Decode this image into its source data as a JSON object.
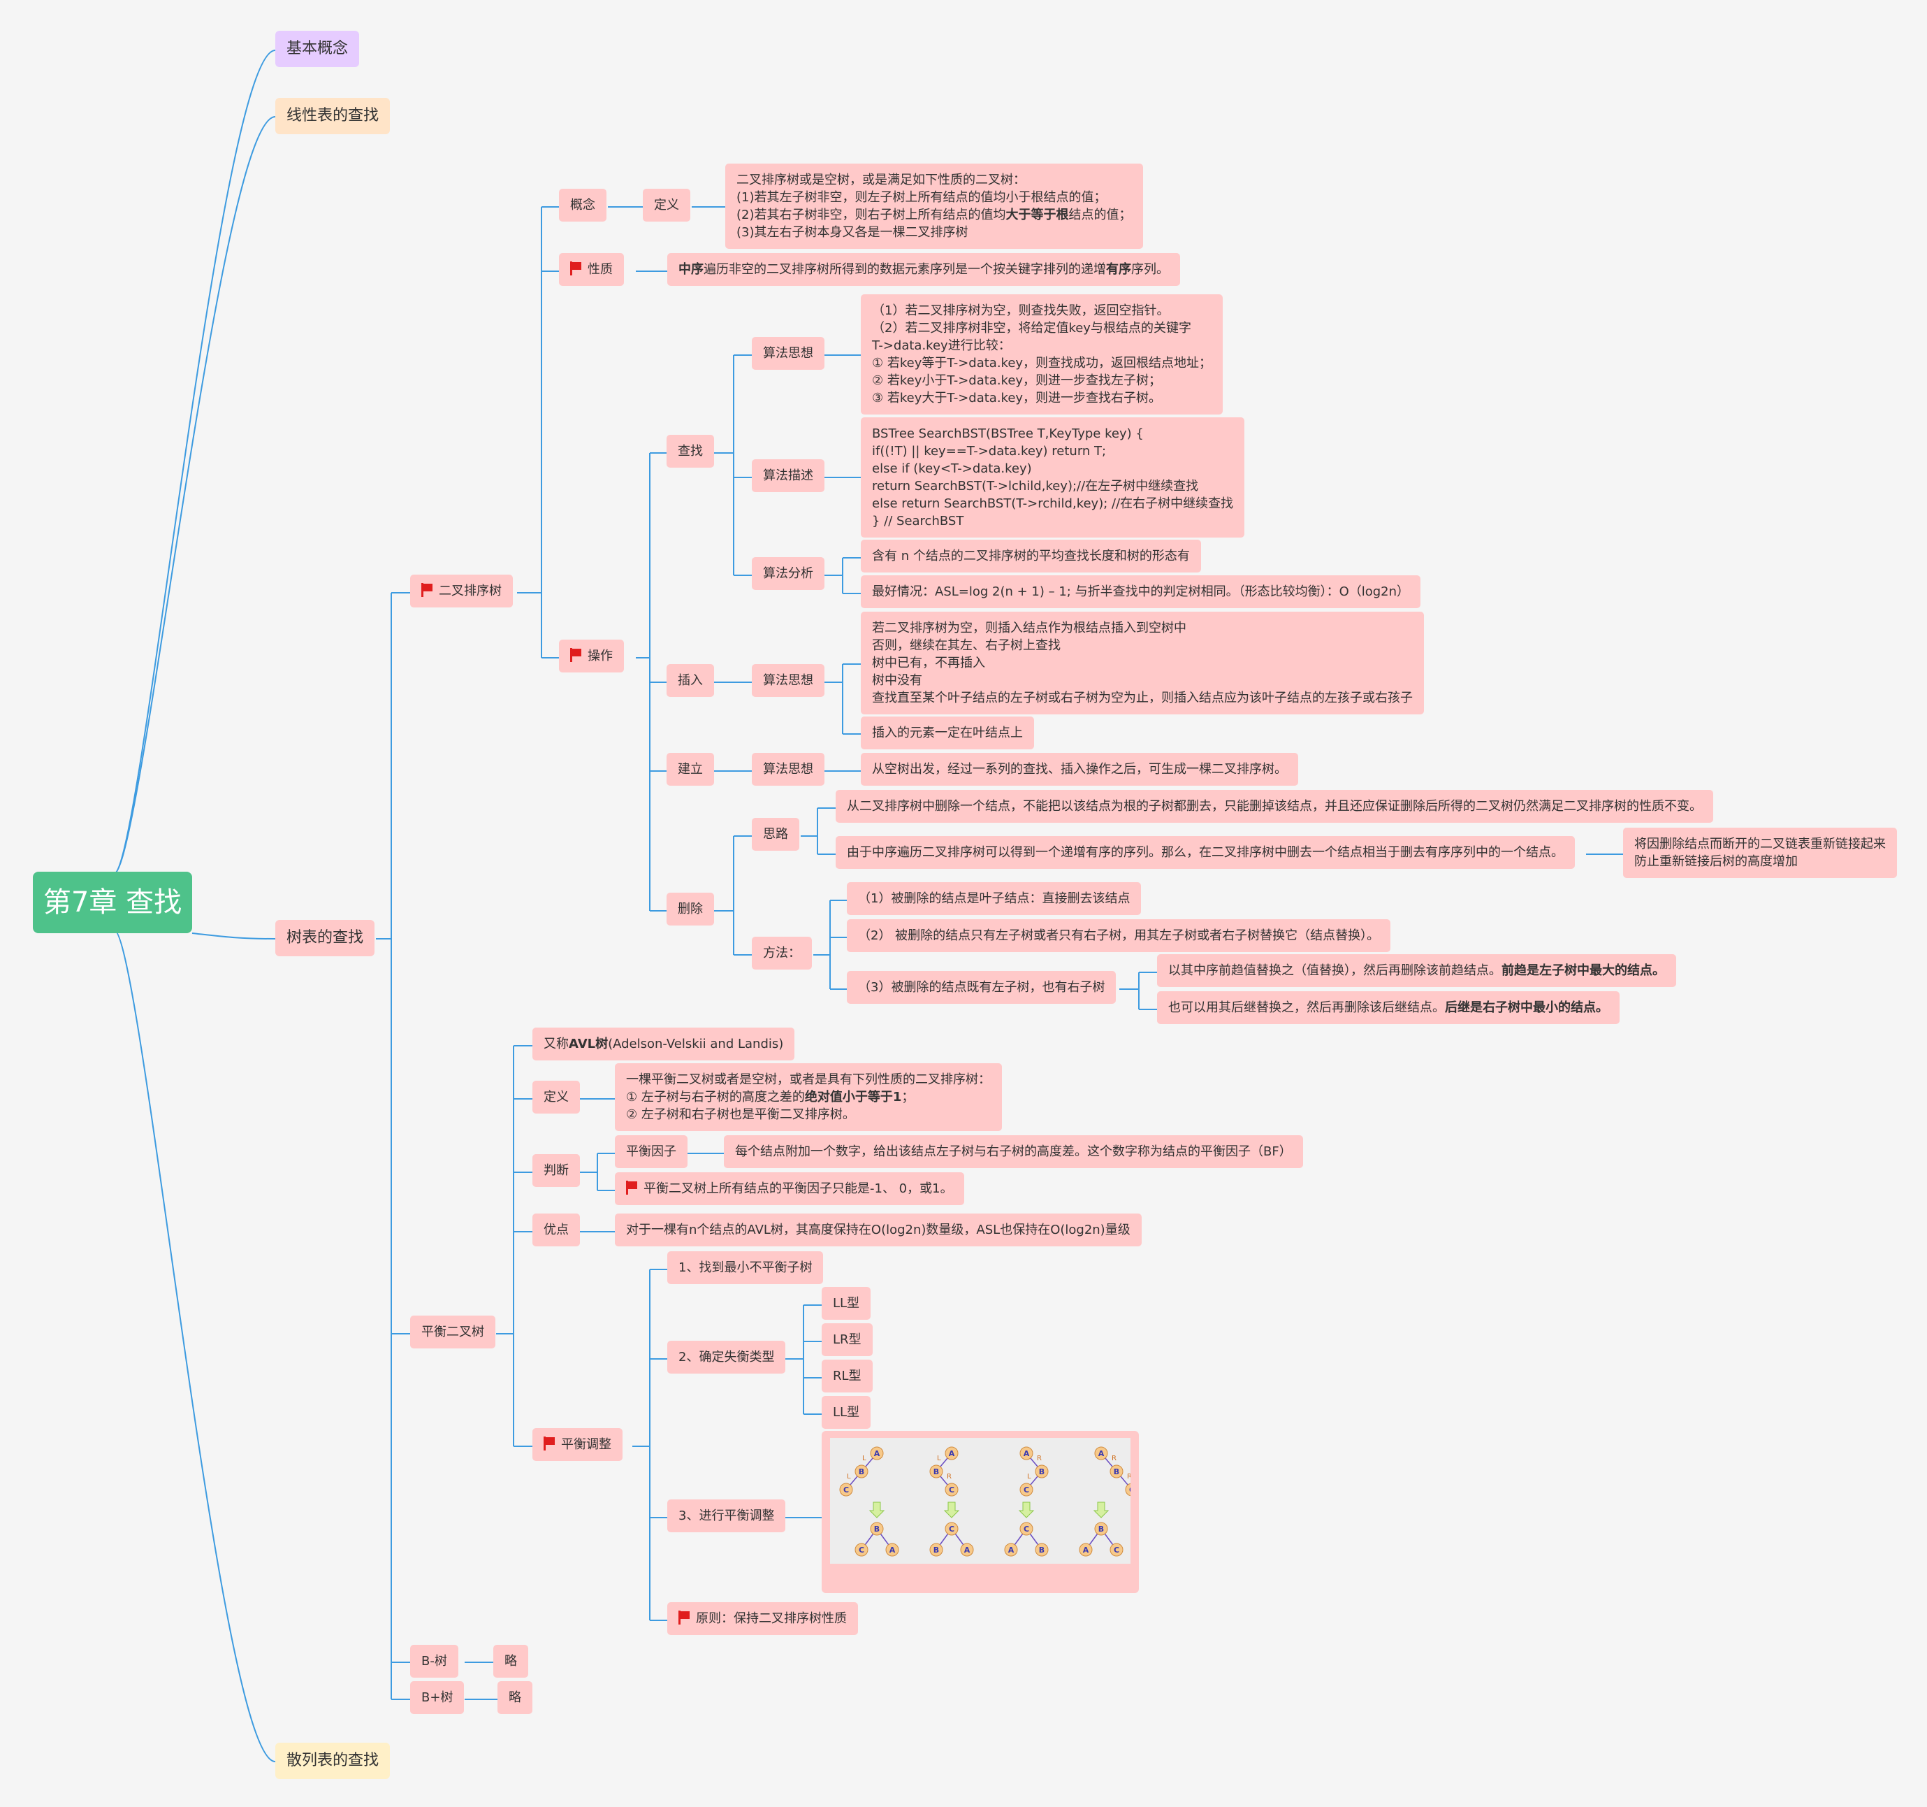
{
  "root": {
    "label": "第7章 查找"
  },
  "level1": {
    "basic": "基本概念",
    "linear": "线性表的查找",
    "tree": "树表的查找",
    "hash": "散列表的查找"
  },
  "bst": {
    "label": "二叉排序树",
    "concept": {
      "label": "概念",
      "definition_label": "定义",
      "definition_lines": [
        [
          "二叉排序树或是空树，或是满足如下性质的二叉树："
        ],
        [
          "(1)若其左子树非空，则左子树上所有结点的值均小于根结点的值；"
        ],
        [
          "(2)若其右子树非空，则右子树上所有结点的值均",
          {
            "b": "大于等于根"
          },
          "结点的值；"
        ],
        [
          "(3)其左右子树本身又各是一棵二叉排序树"
        ]
      ]
    },
    "property": {
      "label": "性质",
      "text": [
        {
          "b": "中序"
        },
        "遍历非空的二叉排序树所得到的数据元素序列是一个按关键字排列的递增",
        {
          "b": "有序"
        },
        "序列。"
      ]
    },
    "operation": {
      "label": "操作",
      "search": {
        "label": "查找",
        "idea_label": "算法思想",
        "idea_lines": [
          "（1）若二叉排序树为空，则查找失败，返回空指针。",
          "（2）若二叉排序树非空，将给定值key与根结点的关键字",
          "T->data.key进行比较：",
          "① 若key等于T->data.key，则查找成功，返回根结点地址；",
          "② 若key小于T->data.key，则进一步查找左子树；",
          "③ 若key大于T->data.key，则进一步查找右子树。"
        ],
        "desc_label": "算法描述",
        "desc_lines": [
          "BSTree SearchBST(BSTree T,KeyType key) {",
          "if((!T) || key==T->data.key) return T;",
          "else if (key<T->data.key)",
          "return SearchBST(T->lchild,key);//在左子树中继续查找",
          "else return SearchBST(T->rchild,key); //在右子树中继续查找",
          "} // SearchBST"
        ],
        "analysis_label": "算法分析",
        "analysis_1": "含有 n 个结点的二叉排序树的平均查找长度和树的形态有",
        "analysis_2": "最好情况：ASL=log 2(n + 1) – 1; 与折半查找中的判定树相同。（形态比较均衡）：O（log2n）"
      },
      "insert": {
        "label": "插入",
        "idea_label": "算法思想",
        "idea_lines": [
          "若二叉排序树为空，则插入结点作为根结点插入到空树中",
          "否则，继续在其左、右子树上查找",
          "树中已有，不再插入",
          "树中没有",
          "查找直至某个叶子结点的左子树或右子树为空为止，则插入结点应为该叶子结点的左孩子或右孩子"
        ],
        "note": "插入的元素一定在叶结点上"
      },
      "build": {
        "label": "建立",
        "idea_label": "算法思想",
        "text": "从空树出发，经过一系列的查找、插入操作之后，可生成一棵二叉排序树。"
      },
      "delete": {
        "label": "删除",
        "thought_label": "思路",
        "thought_1": "从二叉排序树中删除一个结点，不能把以该结点为根的子树都删去，只能删掉该结点，并且还应保证删除后所得的二叉树仍然满足二叉排序树的性质不变。",
        "thought_2": "由于中序遍历二叉排序树可以得到一个递增有序的序列。那么，在二叉排序树中删去一个结点相当于删去有序序列中的一个结点。",
        "thought_2_note_lines": [
          "将因删除结点而断开的二叉链表重新链接起来",
          "防止重新链接后树的高度增加"
        ],
        "method_label": "方法：",
        "method_1": "（1）被删除的结点是叶子结点：直接删去该结点",
        "method_2": "（2） 被删除的结点只有左子树或者只有右子树，用其左子树或者右子树替换它（结点替换）。",
        "method_3": "（3）被删除的结点既有左子树，也有右子树",
        "method_3a": [
          "以其中序前趋值替换之（值替换），然后再删除该前趋结点。",
          {
            "b": "前趋是左子树中最大的结点。"
          }
        ],
        "method_3b": [
          "也可以用其后继替换之，然后再删除该后继结点。",
          {
            "b": "后继是右子树中最小的结点。"
          }
        ]
      }
    }
  },
  "avl": {
    "label": "平衡二叉树",
    "alias": [
      "又称",
      {
        "b": "AVL树"
      },
      "(Adelson-Velskii and Landis)"
    ],
    "definition_label": "定义",
    "definition_lines": [
      [
        "    一棵平衡二叉树或者是空树，或者是具有下列性质的二叉排序树："
      ],
      [
        "① 左子树与右子树的高度之差的",
        {
          "b": "绝对值小于等于1"
        },
        "；"
      ],
      [
        "② 左子树和右子树也是平衡二叉排序树。"
      ]
    ],
    "judge_label": "判断",
    "balance_factor_label": "平衡因子",
    "balance_factor_text": "每个结点附加一个数字，给出该结点左子树与右子树的高度差。这个数字称为结点的平衡因子（BF）",
    "balance_factor_values": "平衡二叉树上所有结点的平衡因子只能是-1、 0，或1。",
    "advantage_label": "优点",
    "advantage_text": "对于一棵有n个结点的AVL树，其高度保持在O(log2n)数量级，ASL也保持在O(log2n)量级",
    "adjust": {
      "label": "平衡调整",
      "step1": "1、找到最小不平衡子树",
      "step2": "2、确定失衡类型",
      "types": [
        "LL型",
        "LR型",
        "RL型",
        "LL型"
      ],
      "step3": "3、进行平衡调整",
      "principle": "原则：保持二叉排序树性质"
    }
  },
  "btree": {
    "label": "B-树",
    "text": "略"
  },
  "bplustree": {
    "label": "B+树",
    "text": "略"
  },
  "diagram": {
    "before": [
      {
        "nodes": [
          "A",
          "B",
          "C"
        ],
        "edges": [
          "L",
          "L"
        ]
      },
      {
        "nodes": [
          "A",
          "B",
          "C"
        ],
        "edges": [
          "L",
          "R"
        ]
      },
      {
        "nodes": [
          "A",
          "B",
          "C"
        ],
        "edges": [
          "R",
          "L"
        ]
      },
      {
        "nodes": [
          "A",
          "B",
          "C"
        ],
        "edges": [
          "R",
          "R"
        ]
      }
    ],
    "after": [
      {
        "top": "B",
        "left": "C",
        "right": "A"
      },
      {
        "top": "C",
        "left": "B",
        "right": "A"
      },
      {
        "top": "C",
        "left": "A",
        "right": "B"
      },
      {
        "top": "B",
        "left": "A",
        "right": "C"
      }
    ]
  },
  "colors": {
    "root": "#4ec28a",
    "node": "#ffc9c9",
    "line": "#3d9be0",
    "flag": "#e01e1e",
    "basic": "#e6ccff",
    "linear": "#ffe4c8",
    "hash": "#fff0c8"
  }
}
